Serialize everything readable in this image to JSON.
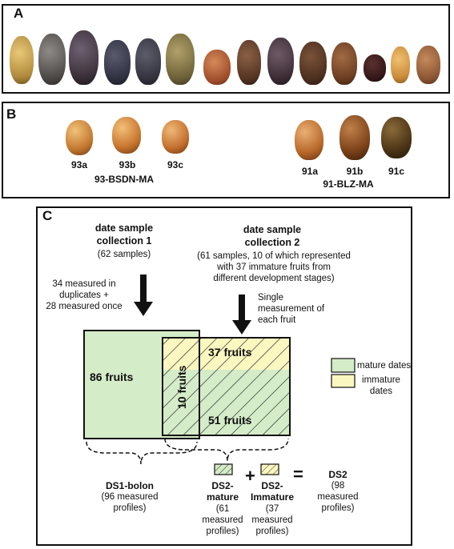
{
  "panel_a": {
    "label": "A"
  },
  "panel_b": {
    "label": "B",
    "group1": {
      "samples": [
        "93a",
        "93b",
        "93c"
      ],
      "name": "93-BSDN-MA"
    },
    "group2": {
      "samples": [
        "91a",
        "91b",
        "91c"
      ],
      "name": "91-BLZ-MA"
    }
  },
  "panel_c": {
    "label": "C",
    "collection1": {
      "title_line1": "date sample",
      "title_line2": "collection 1",
      "count": "(62 samples)",
      "measure_line1": "34 measured  in",
      "measure_line2": "duplicates +",
      "measure_line3": "28 measured once"
    },
    "collection2": {
      "title_line1": "date sample",
      "title_line2": "collection 2",
      "desc_line1": "(61  samples, 10 of which represented",
      "desc_line2": "with 37 immature fruits  from",
      "desc_line3": "different development stages)",
      "measure_line1": "Single",
      "measure_line2": "measurement of",
      "measure_line3": "each fruit"
    },
    "boxes": {
      "left": "86 fruits",
      "overlap": "10 fruits",
      "immature": "37 fruits",
      "mature": "51 fruits"
    },
    "legend": {
      "mature": "mature dates",
      "immature_line1": "immature",
      "immature_line2": "dates"
    },
    "ds1": {
      "name": "DS1-bolon",
      "desc_line1": "(96 measured",
      "desc_line2": "profiles)"
    },
    "ds2_mature": {
      "name_line1": "DS2-",
      "name_line2": "mature",
      "desc_line1": "(61",
      "desc_line2": "measured",
      "desc_line3": "profiles)"
    },
    "ds2_immature": {
      "name_line1": "DS2-",
      "name_line2": "Immature",
      "desc_line1": "(37",
      "desc_line2": "measured",
      "desc_line3": "profiles)"
    },
    "ds2": {
      "name": "DS2",
      "desc_line1": "(98",
      "desc_line2": "measured",
      "desc_line3": "profiles)"
    },
    "plus": "+",
    "equals": "=",
    "colors": {
      "mature": "#d5ecc8",
      "immature": "#fbf7c0",
      "border": "#111111"
    }
  }
}
